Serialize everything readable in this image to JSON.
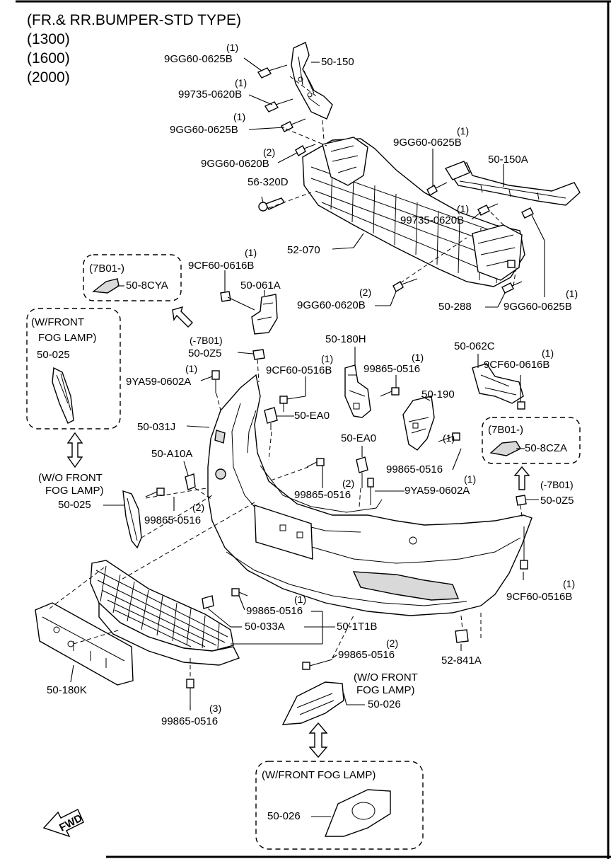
{
  "title_lines": [
    "(FR.& RR.BUMPER-STD TYPE)",
    "(1300)",
    "(1600)",
    "(2000)"
  ],
  "callouts": [
    {
      "part": "9GG60-0625B",
      "qty": "(1)"
    },
    {
      "part": "50-150",
      "qty": ""
    },
    {
      "part": "99735-0620B",
      "qty": "(1)"
    },
    {
      "part": "9GG60-0625B",
      "qty": "(1)"
    },
    {
      "part": "9GG60-0620B",
      "qty": "(2)"
    },
    {
      "part": "56-320D",
      "qty": ""
    },
    {
      "part": "9GG60-0625B",
      "qty": "(1)"
    },
    {
      "part": "50-150A",
      "qty": ""
    },
    {
      "part": "99735-0620B",
      "qty": "(1)"
    },
    {
      "part": "52-070",
      "qty": ""
    },
    {
      "part": "9CF60-0616B",
      "qty": "(1)"
    },
    {
      "part": "50-061A",
      "qty": ""
    },
    {
      "part": "9GG60-0620B",
      "qty": "(2)"
    },
    {
      "part": "50-288",
      "qty": ""
    },
    {
      "part": "9GG60-0625B",
      "qty": "(1)"
    },
    {
      "part": "50-8CYA",
      "qty": ""
    },
    {
      "part": "50-025",
      "qty": ""
    },
    {
      "part": "50-0Z5",
      "qty": "(-7B01)"
    },
    {
      "part": "9CF60-0516B",
      "qty": "(1)"
    },
    {
      "part": "9YA59-0602A",
      "qty": "(1)"
    },
    {
      "part": "50-180H",
      "qty": ""
    },
    {
      "part": "99865-0516",
      "qty": "(1)"
    },
    {
      "part": "50-062C",
      "qty": ""
    },
    {
      "part": "9CF60-0616B",
      "qty": "(1)"
    },
    {
      "part": "50-EA0",
      "qty": ""
    },
    {
      "part": "50-190",
      "qty": ""
    },
    {
      "part": "50-031J",
      "qty": ""
    },
    {
      "part": "50-EA0",
      "qty": ""
    },
    {
      "part": "50-8CZA",
      "qty": ""
    },
    {
      "part": "99865-0516",
      "qty": "(1)"
    },
    {
      "part": "50-A10A",
      "qty": ""
    },
    {
      "part": "9YA59-0602A",
      "qty": "(1)"
    },
    {
      "part": "99865-0516",
      "qty": "(2)"
    },
    {
      "part": "50-0Z5",
      "qty": "(-7B01)"
    },
    {
      "part": "50-025",
      "qty": ""
    },
    {
      "part": "99865-0516",
      "qty": "(2)"
    },
    {
      "part": "9CF60-0516B",
      "qty": "(1)"
    },
    {
      "part": "99865-0516",
      "qty": "(1)"
    },
    {
      "part": "50-033A",
      "qty": ""
    },
    {
      "part": "50-1T1B",
      "qty": ""
    },
    {
      "part": "52-841A",
      "qty": ""
    },
    {
      "part": "99865-0516",
      "qty": "(2)"
    },
    {
      "part": "50-026",
      "qty": ""
    },
    {
      "part": "50-180K",
      "qty": ""
    },
    {
      "part": "99865-0516",
      "qty": "(3)"
    },
    {
      "part": "50-026",
      "qty": ""
    }
  ],
  "variant_boxes": {
    "box_7b01_left": "(7B01-)",
    "box_fog_left_line1": "(W/FRONT",
    "box_fog_left_line2": "FOG LAMP)",
    "box_7b01_right": "(7B01-)",
    "box_fog_bottom": "(W/FRONT FOG LAMP)"
  },
  "variant_notes": {
    "wo_fog_left_line1": "(W/O FRONT",
    "wo_fog_left_line2": "FOG LAMP)",
    "wo_fog_bottom_line1": "(W/O FRONT",
    "wo_fog_bottom_line2": "FOG LAMP)"
  },
  "fwd_label": "FWD",
  "icons": [
    "bolt-icon",
    "clip-icon",
    "arrow-icon",
    "fwd-arrow-icon"
  ]
}
